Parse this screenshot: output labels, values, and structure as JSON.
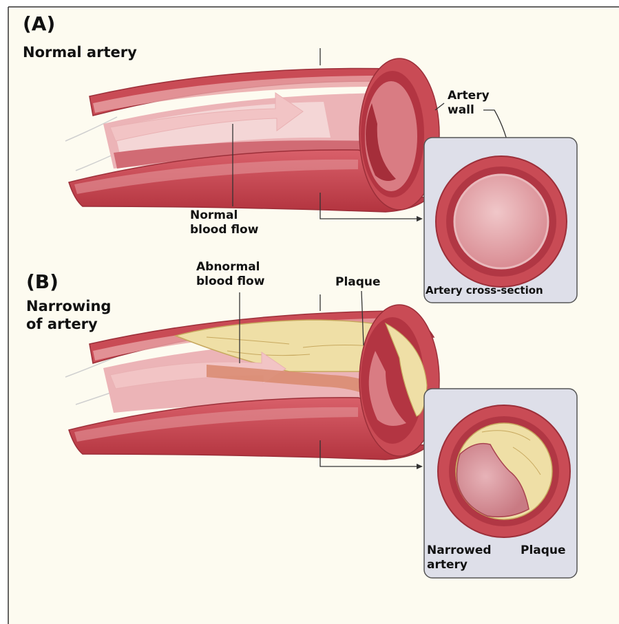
{
  "panel_a": {
    "letter": "(A)",
    "title": "Normal artery",
    "labels": {
      "artery_wall": "Artery\nwall",
      "normal_blood_flow": "Normal\nblood flow",
      "cross_section": "Artery cross-section"
    }
  },
  "panel_b": {
    "letter": "(B)",
    "title": "Narrowing\nof artery",
    "labels": {
      "abnormal_blood_flow": "Abnormal\nblood flow",
      "plaque_top": "Plaque",
      "narrowed_artery": "Narrowed\nartery",
      "plaque_bottom": "Plaque"
    }
  },
  "colors": {
    "background": "#fdfbf0",
    "artery_outer": "#c94b55",
    "artery_dark": "#b33542",
    "artery_light": "#e8a2a5",
    "lumen": "#f4d6d6",
    "plaque": "#efdfa6",
    "inset_panel": "#dedfe9",
    "flow_arrow": "#f2c4c5"
  }
}
